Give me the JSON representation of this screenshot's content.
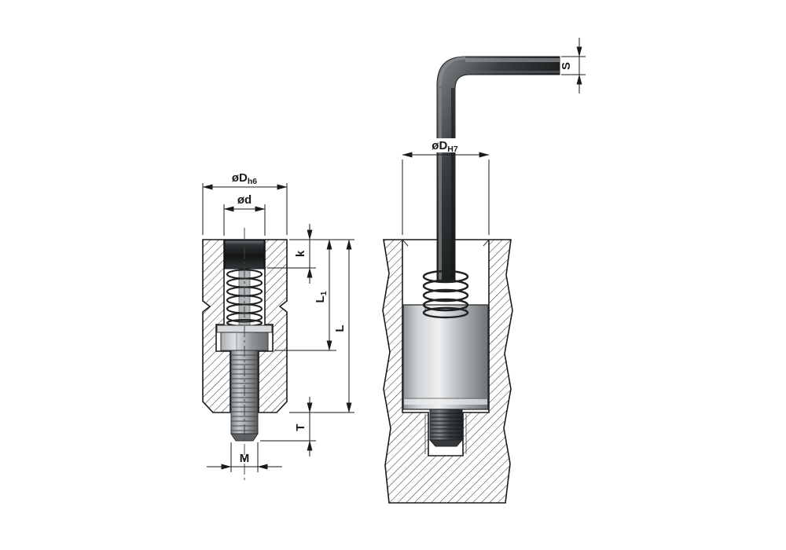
{
  "drawing": {
    "dimensions": {
      "outer_diameter": {
        "main": "øD",
        "sub": "h6"
      },
      "screw_diameter": {
        "main": "ød",
        "sub": ""
      },
      "head_height": {
        "main": "k",
        "sub": ""
      },
      "length_1": {
        "main": "L",
        "sub": "1"
      },
      "length": {
        "main": "L",
        "sub": ""
      },
      "thread_length": {
        "main": "T",
        "sub": ""
      },
      "thread_size": {
        "main": "M",
        "sub": ""
      },
      "bore_diameter": {
        "main": "øD",
        "sub": "H7"
      },
      "key_width": {
        "main": "S",
        "sub": ""
      }
    },
    "colors": {
      "line": "#1a1a1a",
      "background": "#ffffff"
    }
  }
}
